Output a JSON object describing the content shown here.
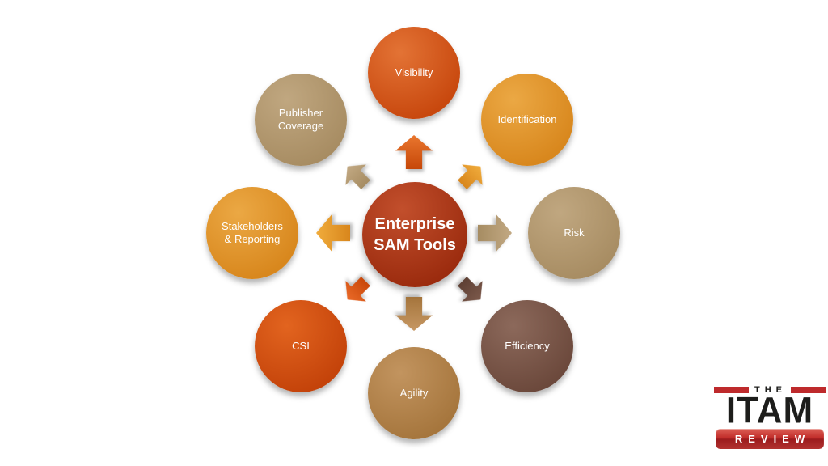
{
  "page": {
    "background": "#FFFFFF"
  },
  "diagram": {
    "center": {
      "label": "Enterprise\nSAM Tools",
      "fill_top": "#C24F2C",
      "fill_bottom": "#9A2A0D",
      "text_color": "#FFFFFF"
    },
    "nodes": [
      {
        "label": "Visibility",
        "position": "top",
        "fill": "#D4551B"
      },
      {
        "label": "Identification",
        "position": "top-right",
        "fill": "#E0952A"
      },
      {
        "label": "Risk",
        "position": "right",
        "fill": "#B09670"
      },
      {
        "label": "Efficiency",
        "position": "bottom-right",
        "fill": "#7B584A"
      },
      {
        "label": "Agility",
        "position": "bottom",
        "fill": "#B38149"
      },
      {
        "label": "CSI",
        "position": "bottom-left",
        "fill": "#D5521A"
      },
      {
        "label": "Stakeholders\n& Reporting",
        "position": "left",
        "fill": "#E0952A"
      },
      {
        "label": "Publisher\nCoverage",
        "position": "top-left",
        "fill": "#B09670"
      }
    ],
    "arrows": [
      {
        "direction": "up",
        "color": "#D4551B"
      },
      {
        "direction": "up-right",
        "color": "#E0952A"
      },
      {
        "direction": "right",
        "color": "#B09670"
      },
      {
        "direction": "down-right",
        "color": "#6B483B"
      },
      {
        "direction": "down",
        "color": "#B38149"
      },
      {
        "direction": "down-left",
        "color": "#D5521A"
      },
      {
        "direction": "left",
        "color": "#E0952A"
      },
      {
        "direction": "up-left",
        "color": "#B09670"
      }
    ]
  },
  "logo": {
    "line1": "THE",
    "line2": "ITAM",
    "line3": "REVIEW",
    "red": "#BE2A2C",
    "black": "#1D1D1B"
  }
}
